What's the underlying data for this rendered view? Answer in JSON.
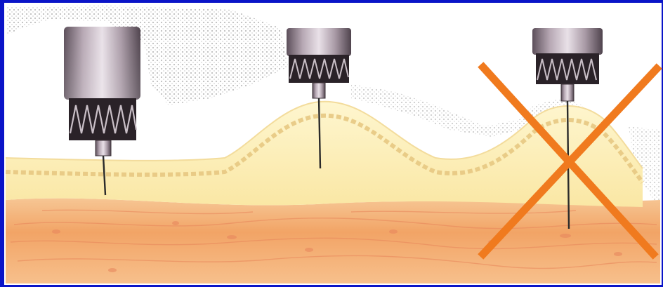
{
  "figure": {
    "panel_background": "#ffffff",
    "frame_color": "#0a14c8",
    "subcutaneous_color": "#f0a868",
    "epidermis_color": "#fbeaa6",
    "dermis_color": "#fdf4cc",
    "wave_edge_color": "#e7c882",
    "needle_hub_color": "#8a7a86",
    "cross_color": "#f07a1e"
  },
  "needles": [
    {
      "id": "left",
      "marked_incorrect": false
    },
    {
      "id": "middle",
      "marked_incorrect": false
    },
    {
      "id": "right",
      "marked_incorrect": true
    }
  ]
}
